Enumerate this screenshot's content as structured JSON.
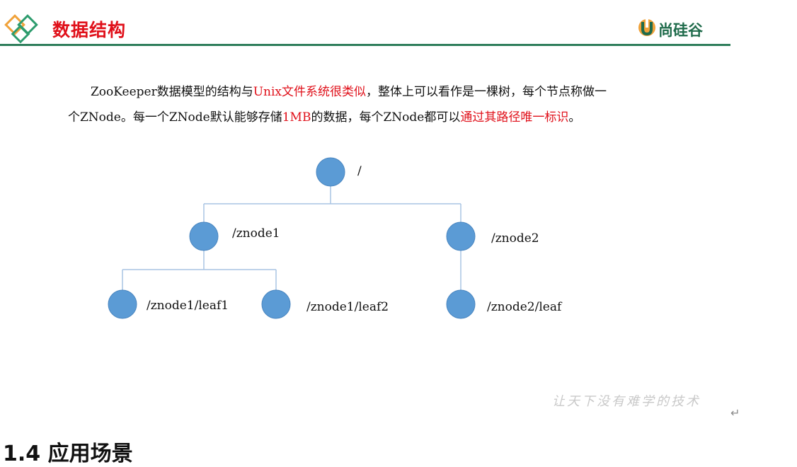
{
  "header": {
    "title": "数据结构",
    "brand_name": "尚硅谷",
    "colors": {
      "title": "#e0101a",
      "rule": "#2e7d5b",
      "brand": "#1f6b4b",
      "diamond_orange": "#f0a23a",
      "diamond_green": "#2e9c6e"
    }
  },
  "paragraph": {
    "line1_a": "ZooKeeper数据模型的结构与",
    "line1_red": "Unix文件系统很类似",
    "line1_b": "，整体上可以看作是一棵树，每个节点称做一",
    "line2_a": "个ZNode。每一个ZNode默认能够存储",
    "line2_red": "1MB",
    "line2_b": "的数据，每个ZNode都可以",
    "line2_red2": "通过其路径唯一标识",
    "line2_c": "。"
  },
  "tree": {
    "node_color": "#5b9bd5",
    "line_color": "#a9c4e3",
    "root": "/",
    "znode1": "/znode1",
    "znode2": "/znode2",
    "leaf1": "/znode1/leaf1",
    "leaf2": "/znode1/leaf2",
    "leaf3": "/znode2/leaf"
  },
  "footer": {
    "watermark": "让天下没有难学的技术",
    "return_mark": "↵",
    "next_heading": "1.4  应用场景"
  }
}
